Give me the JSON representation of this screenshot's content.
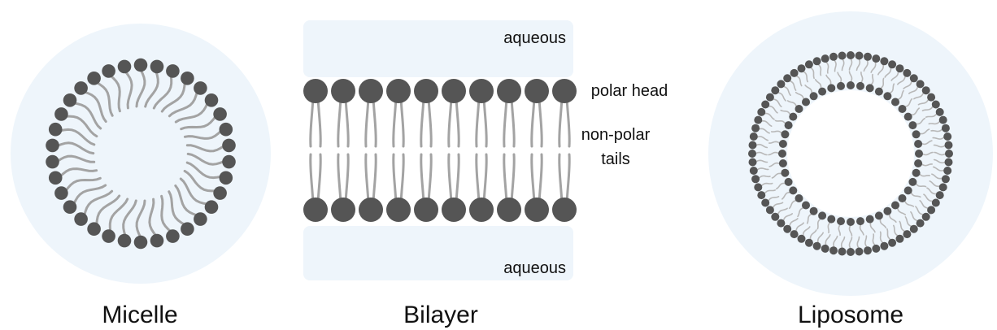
{
  "diagram": {
    "micelle": {
      "title": "Micelle",
      "head_count": 34
    },
    "bilayer": {
      "title": "Bilayer",
      "top_label": "aqueous",
      "bottom_label": "aqueous",
      "heads_per_row": 10,
      "annotations": {
        "polar_head": "polar head",
        "tails_line1": "non-polar",
        "tails_line2": "tails"
      }
    },
    "liposome": {
      "title": "Liposome",
      "outer_head_count": 72,
      "inner_head_count": 44
    }
  },
  "colors": {
    "head": "#555555",
    "tail": "#a3a3a3",
    "tail_light": "#b8b8b8",
    "aqueous": "#eef5fb",
    "text": "#111111"
  }
}
